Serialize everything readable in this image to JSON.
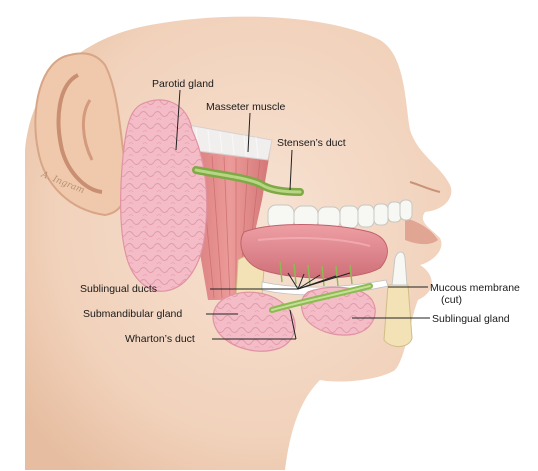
{
  "labels": {
    "parotid_gland": "Parotid gland",
    "masseter_muscle": "Masseter muscle",
    "stensens_duct": "Stensen’s duct",
    "sublingual_ducts": "Sublingual ducts",
    "submandibular_gland": "Submandibular gland",
    "whartons_duct": "Wharton’s duct",
    "mucous_membrane": "Mucous membrane",
    "mucous_membrane_note": "(cut)",
    "sublingual_gland": "Sublingual gland"
  },
  "signature": "A. Ingram",
  "colors": {
    "skin": "#f3d7c2",
    "skin_shadow": "#e6bfa3",
    "gland": "#f3b8c3",
    "gland_shadow": "#e39aa9",
    "muscle": "#e08b8b",
    "tendon": "#f1eeee",
    "duct": "#8dbb52",
    "tongue": "#e58f95",
    "tooth": "#f7f7f4",
    "bone": "#f2e2b5",
    "leader": "#222222"
  }
}
